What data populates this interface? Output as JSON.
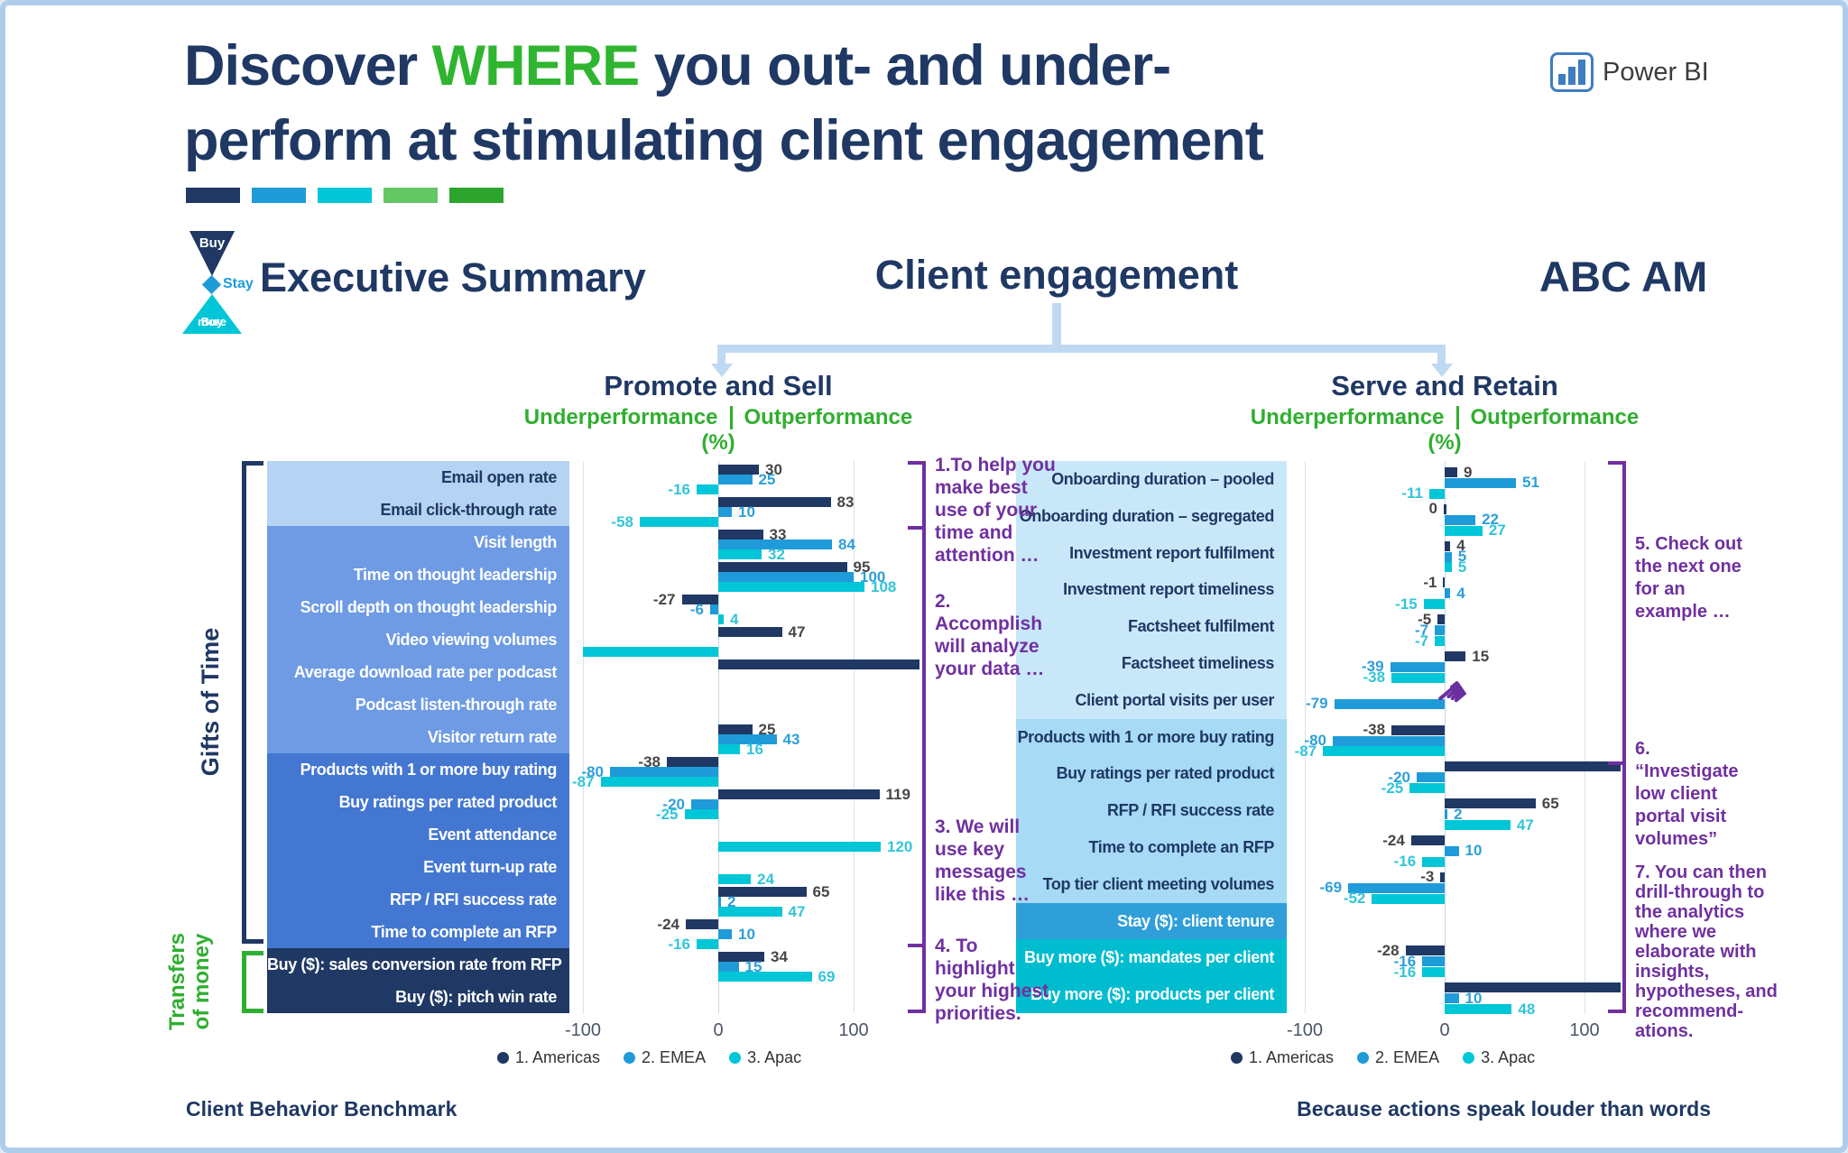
{
  "header": {
    "title_pre": "Discover ",
    "title_hl": "WHERE",
    "title_post": " you out- and under-",
    "title_line2": "perform at stimulating client engagement",
    "brand": "Power BI",
    "strip_colors": [
      "#1F3864",
      "#1E9BD8",
      "#00C6D7",
      "#63C763",
      "#2DA52D"
    ]
  },
  "summary_row": {
    "logo": {
      "top": "Buy",
      "mid": "Stay",
      "bottom_1": "Buy",
      "bottom_2": "more"
    },
    "section_title": "Executive Summary",
    "center_title": "Client engagement",
    "client": "ABC AM"
  },
  "groups": {
    "gifts": "Gifts of Time",
    "transfers_1": "Transfers",
    "transfers_2": "of money"
  },
  "legend": [
    {
      "label": "1. Americas",
      "color": "#1F3864"
    },
    {
      "label": "2. EMEA",
      "color": "#1E9BD8"
    },
    {
      "label": "3. Apac",
      "color": "#00C6D7"
    }
  ],
  "axis_ticks": [
    "-100",
    "0",
    "100"
  ],
  "notes": {
    "n1": "1.To help you\nmake best\nuse of your\ntime and\nattention …",
    "n2": "2.\nAccomplish\nwill analyze\nyour data …",
    "n3": "3. We will\nuse key\nmessages\nlike this …",
    "n4": "4. To\nhighlight\nyour highest\npriorities.",
    "n5": "5. Check out\nthe next one\nfor an\nexample …",
    "n6": "6.\n“Investigate\nlow client\nportal visit\nvolumes”",
    "n7": "7. You can then\ndrill-through to\nthe analytics\nwhere we\nelaborate with\ninsights,\nhypotheses, and\nrecommend-\nations."
  },
  "footer": {
    "left": "Client Behavior Benchmark",
    "right": "Because actions speak louder than words"
  },
  "chart_data": [
    {
      "type": "bar",
      "orientation": "horizontal",
      "title": "Promote and Sell",
      "subtitle_left": "Underperformance",
      "subtitle_right": "Outperformance (%)",
      "unit": "%",
      "xlim": [
        -100,
        148
      ],
      "ticks": [
        -100,
        0,
        100
      ],
      "series_names": [
        "1. Americas",
        "2. EMEA",
        "3. Apac"
      ],
      "series_colors": [
        "#1F3864",
        "#1E9BD8",
        "#00C6D7"
      ],
      "value_label_colors": [
        "#464646",
        "#2E9FD9",
        "#33C5D8"
      ],
      "label_sections": [
        {
          "from": 0,
          "to": 1,
          "bg": "#B5D3F2",
          "fg": "#1F3864"
        },
        {
          "from": 2,
          "to": 8,
          "bg": "#6E9BE4",
          "fg": "#FFFFFF"
        },
        {
          "from": 9,
          "to": 14,
          "bg": "#4377D1",
          "fg": "#FFFFFF"
        },
        {
          "from": 15,
          "to": 16,
          "bg": "#1F3864",
          "fg": "#FFFFFF"
        }
      ],
      "rows": [
        {
          "label": "Email open rate",
          "values": [
            30,
            25,
            -16
          ]
        },
        {
          "label": "Email click-through rate",
          "values": [
            83,
            10,
            -58
          ]
        },
        {
          "label": "Visit length",
          "values": [
            33,
            84,
            32
          ]
        },
        {
          "label": "Time on thought leadership",
          "values": [
            95,
            100,
            108
          ]
        },
        {
          "label": "Scroll depth on thought leadership",
          "values": [
            -27,
            -6,
            4
          ]
        },
        {
          "label": "Video viewing volumes",
          "values": [
            47,
            null,
            -100
          ],
          "clip": [
            null,
            null,
            "left"
          ]
        },
        {
          "label": "Average download rate per podcast",
          "values": [
            148,
            null,
            null
          ],
          "clip": [
            "right",
            null,
            null
          ]
        },
        {
          "label": "Podcast listen-through rate",
          "values": [
            null,
            null,
            null
          ]
        },
        {
          "label": "Visitor return rate",
          "values": [
            25,
            43,
            16
          ]
        },
        {
          "label": "Products with 1 or more buy rating",
          "values": [
            -38,
            -80,
            -87
          ]
        },
        {
          "label": "Buy ratings per rated product",
          "values": [
            119,
            -20,
            -25
          ]
        },
        {
          "label": "Event attendance",
          "values": [
            null,
            null,
            120
          ]
        },
        {
          "label": "Event turn-up rate",
          "values": [
            null,
            null,
            24
          ]
        },
        {
          "label": "RFP / RFI success rate",
          "values": [
            65,
            2,
            47
          ]
        },
        {
          "label": "Time to complete an RFP",
          "values": [
            -24,
            10,
            -16
          ]
        },
        {
          "label": "Buy ($): sales conversion rate from RFP",
          "values": [
            34,
            15,
            69
          ]
        },
        {
          "label": "Buy ($): pitch win rate",
          "values": [
            null,
            null,
            null
          ]
        }
      ]
    },
    {
      "type": "bar",
      "orientation": "horizontal",
      "title": "Serve and Retain",
      "subtitle_left": "Underperformance",
      "subtitle_right": "Outperformance (%)",
      "unit": "%",
      "xlim": [
        -100,
        126
      ],
      "ticks": [
        -100,
        0,
        100
      ],
      "series_names": [
        "1. Americas",
        "2. EMEA",
        "3. Apac"
      ],
      "series_colors": [
        "#1F3864",
        "#1E9BD8",
        "#00C6D7"
      ],
      "value_label_colors": [
        "#464646",
        "#2E9FD9",
        "#33C5D8"
      ],
      "label_sections": [
        {
          "from": 0,
          "to": 6,
          "bg": "#C8E8FA",
          "fg": "#1F3864"
        },
        {
          "from": 7,
          "to": 11,
          "bg": "#A6DAF5",
          "fg": "#1F3864"
        },
        {
          "from": 12,
          "to": 12,
          "bg": "#2E9FD9",
          "fg": "#FFFFFF"
        },
        {
          "from": 13,
          "to": 14,
          "bg": "#00BCCF",
          "fg": "#FFFFFF"
        }
      ],
      "rows": [
        {
          "label": "Onboarding duration – pooled",
          "values": [
            9,
            51,
            -11
          ]
        },
        {
          "label": "Onboarding duration – segregated",
          "values": [
            0,
            22,
            27
          ]
        },
        {
          "label": "Investment report fulfilment",
          "values": [
            4,
            5,
            5
          ]
        },
        {
          "label": "Investment report timeliness",
          "values": [
            -1,
            4,
            -15
          ]
        },
        {
          "label": "Factsheet fulfilment",
          "values": [
            -5,
            -7,
            -7
          ]
        },
        {
          "label": "Factsheet timeliness",
          "values": [
            15,
            -39,
            -38
          ]
        },
        {
          "label": "Client portal visits per user",
          "values": [
            null,
            -79,
            null
          ]
        },
        {
          "label": "Products with 1 or more buy rating",
          "values": [
            -38,
            -80,
            -87
          ]
        },
        {
          "label": "Buy ratings per rated product",
          "values": [
            126,
            -20,
            -25
          ],
          "clip": [
            "right",
            null,
            null
          ]
        },
        {
          "label": "RFP / RFI success rate",
          "values": [
            65,
            2,
            47
          ]
        },
        {
          "label": "Time to complete an RFP",
          "values": [
            -24,
            10,
            -16
          ]
        },
        {
          "label": "Top tier client meeting volumes",
          "values": [
            -3,
            -69,
            -52
          ]
        },
        {
          "label": "Stay ($): client tenure",
          "values": [
            null,
            null,
            null
          ]
        },
        {
          "label": "Buy more ($): mandates per client",
          "values": [
            -28,
            -16,
            -16
          ]
        },
        {
          "label": "Buy more ($): products per client",
          "values": [
            126,
            10,
            48
          ],
          "clip": [
            "right",
            null,
            null
          ]
        }
      ]
    }
  ]
}
